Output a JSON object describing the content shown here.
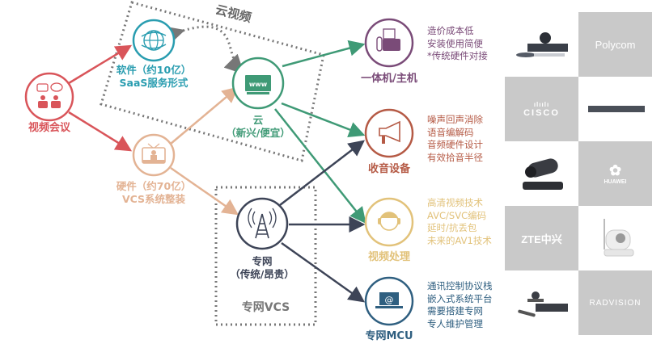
{
  "colors": {
    "root": "#d9555a",
    "software": "#2a9db0",
    "hardware": "#e3b394",
    "cloud": "#3f9a76",
    "private": "#3d4457",
    "allinone": "#7a4b78",
    "audio": "#b55a45",
    "video": "#e2c27a",
    "mcu": "#2f5f80",
    "dotted": "#777777",
    "tile_gray": "#c9c9c9"
  },
  "root": {
    "label": "视频会议",
    "icon": "people-chat-icon"
  },
  "software": {
    "line1": "软件（约10亿）",
    "line2": "SaaS服务形式",
    "icon": "globe-icon"
  },
  "hardware": {
    "line1": "硬件（约70亿）",
    "line2": "VCS系统整装",
    "icon": "tv-presenter-icon"
  },
  "cloud_group": {
    "title": "云视频"
  },
  "cloud": {
    "line1": "云",
    "line2": "（新兴/便宜）",
    "icon": "www-monitor-icon",
    "screen_text": "www"
  },
  "private_group": {
    "title": "专网VCS"
  },
  "private": {
    "line1": "专网",
    "line2": "（传统/昂贵）",
    "icon": "antenna-tower-icon"
  },
  "targets": [
    {
      "label": "一体机/主机",
      "icon": "fax-machine-icon",
      "desc": [
        "造价成本低",
        "安装使用简便",
        "*传统硬件对接"
      ]
    },
    {
      "label": "收音设备",
      "icon": "megaphone-icon",
      "desc": [
        "噪声回声消除",
        "语音编解码",
        "音频硬件设计",
        "有效拾音半径"
      ]
    },
    {
      "label": "视频处理",
      "icon": "headset-person-icon",
      "desc": [
        "高清视频技术",
        "AVC/SVC编码",
        "延时/抗丢包",
        "未来的AV1技术"
      ]
    },
    {
      "label": "专网MCU",
      "icon": "laptop-at-icon",
      "desc": [
        "通讯控制协议栈",
        "嵌入式系统平台",
        "需要搭建专网",
        "专人维护管理"
      ]
    }
  ],
  "vendors": [
    {
      "brand": "Polycom",
      "product": "polycom-codec-camera"
    },
    {
      "brand": "CISCO",
      "product": "cisco-rack-server"
    },
    {
      "brand": "HUAWEI",
      "product": "huawei-ptz-camera"
    },
    {
      "brand": "ZTE中兴",
      "product": "zte-wifi-camera"
    },
    {
      "brand": "RADVISION",
      "product": "radvision-codec-kit"
    }
  ]
}
